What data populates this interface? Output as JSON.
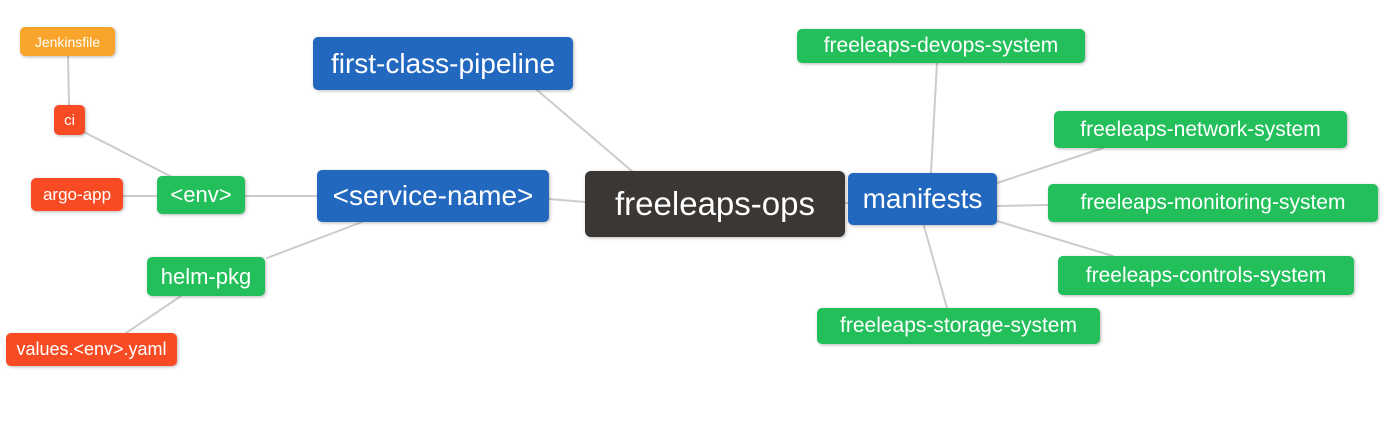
{
  "diagram": {
    "type": "mindmap",
    "root_label": "freeleaps-ops",
    "colors": {
      "root_node": "#3b3734",
      "branch_node": "#2268bf",
      "leaf_green": "#22bf5b",
      "leaf_orange": "#f9a42a",
      "leaf_red": "#f84b23",
      "edge": "#cccccc",
      "node_text": "#ffffff",
      "background": "#ffffff"
    },
    "nodes": {
      "freeleaps_ops": {
        "label": "freeleaps-ops",
        "color": "#3b3734"
      },
      "first_class_pipeline": {
        "label": "first-class-pipeline",
        "color": "#2268bf"
      },
      "service_name": {
        "label": "<service-name>",
        "color": "#2268bf"
      },
      "manifests": {
        "label": "manifests",
        "color": "#2268bf"
      },
      "env": {
        "label": "<env>",
        "color": "#22bf5b"
      },
      "helm_pkg": {
        "label": "helm-pkg",
        "color": "#22bf5b"
      },
      "jenkinsfile": {
        "label": "Jenkinsfile",
        "color": "#f9a42a"
      },
      "ci": {
        "label": "ci",
        "color": "#f84b23"
      },
      "argo_app": {
        "label": "argo-app",
        "color": "#f84b23"
      },
      "values_env_yaml": {
        "label": "values.<env>.yaml",
        "color": "#f84b23"
      },
      "devops_system": {
        "label": "freeleaps-devops-system",
        "color": "#22bf5b"
      },
      "network_system": {
        "label": "freeleaps-network-system",
        "color": "#22bf5b"
      },
      "monitoring_system": {
        "label": "freeleaps-monitoring-system",
        "color": "#22bf5b"
      },
      "controls_system": {
        "label": "freeleaps-controls-system",
        "color": "#22bf5b"
      },
      "storage_system": {
        "label": "freeleaps-storage-system",
        "color": "#22bf5b"
      }
    },
    "edges": [
      {
        "from": "jenkinsfile",
        "to": "ci"
      },
      {
        "from": "ci",
        "to": "env"
      },
      {
        "from": "argo_app",
        "to": "env"
      },
      {
        "from": "env",
        "to": "service_name"
      },
      {
        "from": "service_name",
        "to": "helm_pkg"
      },
      {
        "from": "helm_pkg",
        "to": "values_env_yaml"
      },
      {
        "from": "first_class_pipeline",
        "to": "freeleaps_ops"
      },
      {
        "from": "service_name",
        "to": "freeleaps_ops"
      },
      {
        "from": "freeleaps_ops",
        "to": "manifests"
      },
      {
        "from": "manifests",
        "to": "devops_system"
      },
      {
        "from": "manifests",
        "to": "network_system"
      },
      {
        "from": "manifests",
        "to": "monitoring_system"
      },
      {
        "from": "manifests",
        "to": "controls_system"
      },
      {
        "from": "manifests",
        "to": "storage_system"
      }
    ]
  }
}
